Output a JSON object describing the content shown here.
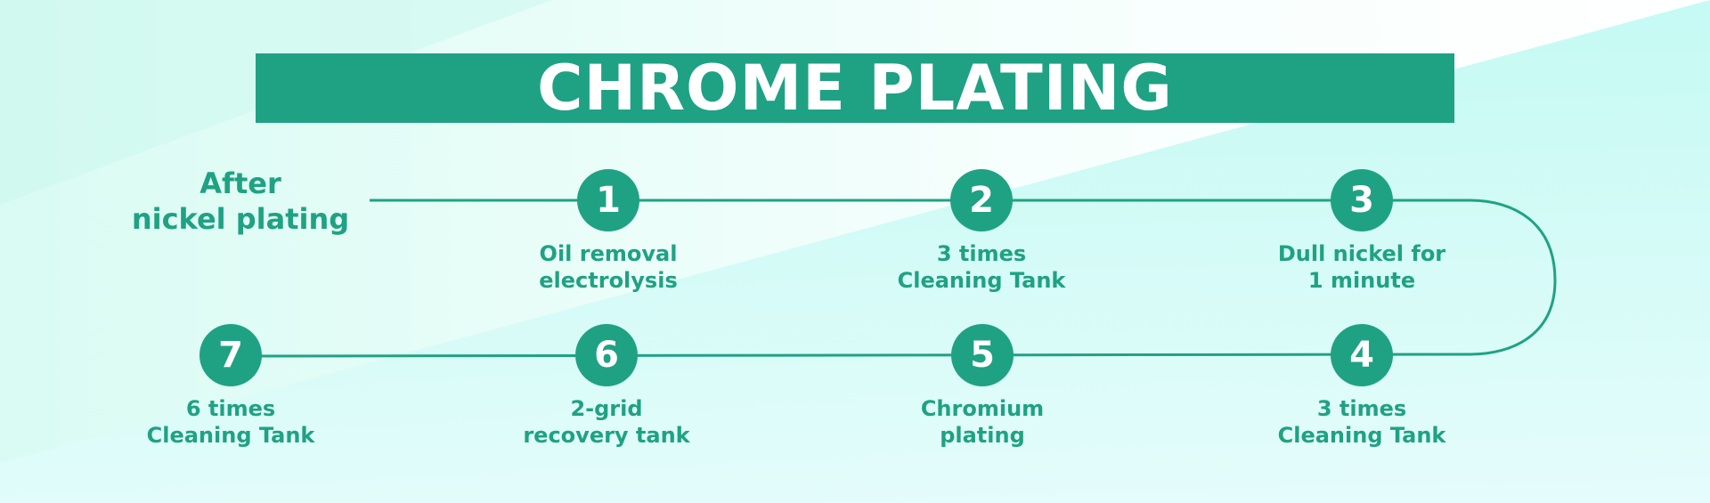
{
  "title": "CHROME PLATING",
  "start": {
    "line1": "After",
    "line2": "nickel plating"
  },
  "steps": [
    {
      "number": "1",
      "line1": "Oil removal",
      "line2": "electrolysis"
    },
    {
      "number": "2",
      "line1": "3 times",
      "line2": "Cleaning Tank"
    },
    {
      "number": "3",
      "line1": "Dull nickel for",
      "line2": "1 minute"
    },
    {
      "number": "4",
      "line1": "3 times",
      "line2": "Cleaning Tank"
    },
    {
      "number": "5",
      "line1": "Chromium",
      "line2": "plating"
    },
    {
      "number": "6",
      "line1": "2-grid",
      "line2": "recovery tank"
    },
    {
      "number": "7",
      "line1": "6 times",
      "line2": "Cleaning Tank"
    }
  ],
  "colors": {
    "accent": "#1fa283",
    "background": "#e6fbf7"
  }
}
